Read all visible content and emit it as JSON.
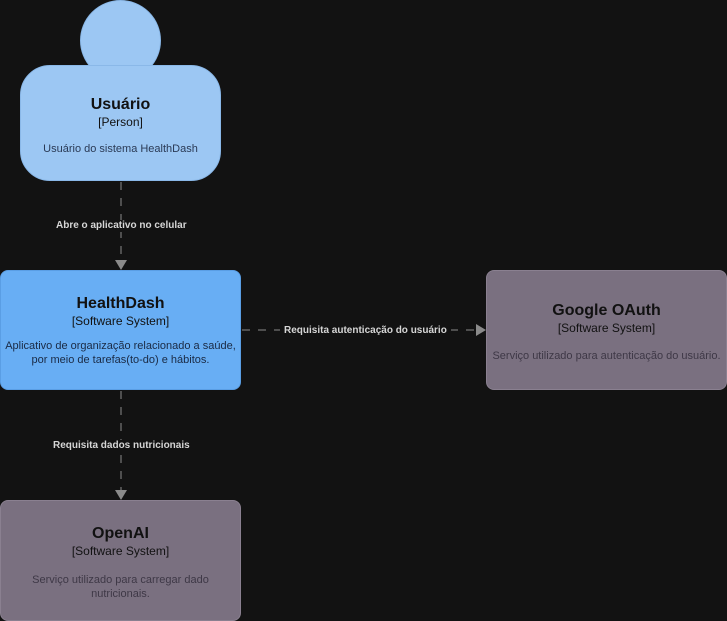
{
  "nodes": {
    "user": {
      "title": "Usuário",
      "stereotype": "[Person]",
      "description": "Usuário do sistema HealthDash"
    },
    "healthdash": {
      "title": "HealthDash",
      "stereotype": "[Software System]",
      "description_line1": "Aplicativo de organização relacionado a saúde,",
      "description_line2": "por meio de tarefas(to-do) e hábitos."
    },
    "google": {
      "title": "Google OAuth",
      "stereotype": "[Software System]",
      "description": "Serviço utilizado para autenticação do usuário."
    },
    "openai": {
      "title": "OpenAI",
      "stereotype": "[Software System]",
      "description_line1": "Serviço utilizado para carregar dado",
      "description_line2": "nutricionais."
    }
  },
  "edges": {
    "user_to_healthdash": "Abre o aplicativo no celular",
    "healthdash_to_google": "Requisita autenticação do usuário",
    "healthdash_to_openai": "Requisita dados nutricionais"
  },
  "colors": {
    "person": "#9cc7f3",
    "system": "#68aef4",
    "external": "#7a7080",
    "background": "#121212",
    "edge": "#8a8a8a"
  }
}
